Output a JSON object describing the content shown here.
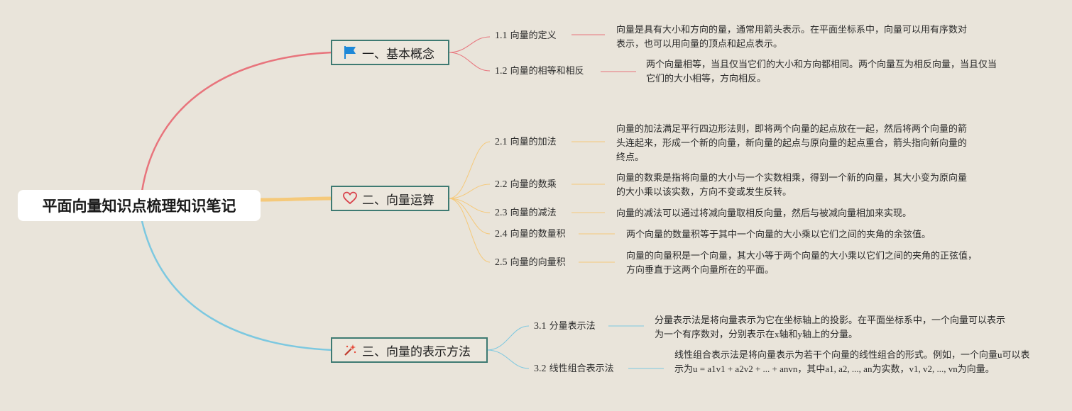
{
  "root": {
    "title": "平面向量知识点梳理知识笔记"
  },
  "branches": [
    {
      "label": "一、基本概念",
      "icon": "flag-icon",
      "color": "#e8747c",
      "children": [
        {
          "num": "1.1",
          "title": "向量的定义",
          "desc": "向量是具有大小和方向的量，通常用箭头表示。在平面坐标系中，向量可以用有序数对表示，也可以用向量的顶点和起点表示。"
        },
        {
          "num": "1.2",
          "title": "向量的相等和相反",
          "desc": "两个向量相等，当且仅当它们的大小和方向都相同。两个向量互为相反向量，当且仅当它们的大小相等，方向相反。"
        }
      ]
    },
    {
      "label": "二、向量运算",
      "icon": "heart-icon",
      "color": "#f5c97a",
      "children": [
        {
          "num": "2.1",
          "title": "向量的加法",
          "desc": "向量的加法满足平行四边形法则，即将两个向量的起点放在一起，然后将两个向量的箭头连起来，形成一个新的向量，新向量的起点与原向量的起点重合，箭头指向新向量的终点。"
        },
        {
          "num": "2.2",
          "title": "向量的数乘",
          "desc": "向量的数乘是指将向量的大小与一个实数相乘，得到一个新的向量，其大小变为原向量的大小乘以该实数，方向不变或发生反转。"
        },
        {
          "num": "2.3",
          "title": "向量的减法",
          "desc": "向量的减法可以通过将减向量取相反向量，然后与被减向量相加来实现。"
        },
        {
          "num": "2.4",
          "title": "向量的数量积",
          "desc": "两个向量的数量积等于其中一个向量的大小乘以它们之间的夹角的余弦值。"
        },
        {
          "num": "2.5",
          "title": "向量的向量积",
          "desc": "向量的向量积是一个向量，其大小等于两个向量的大小乘以它们之间的夹角的正弦值，方向垂直于这两个向量所在的平面。"
        }
      ]
    },
    {
      "label": "三、向量的表示方法",
      "icon": "magic-wand-icon",
      "color": "#7cc8e0",
      "children": [
        {
          "num": "3.1",
          "title": "分量表示法",
          "desc": "分量表示法是将向量表示为它在坐标轴上的投影。在平面坐标系中，一个向量可以表示为一个有序数对，分别表示在x轴和y轴上的分量。"
        },
        {
          "num": "3.2",
          "title": "线性组合表示法",
          "desc": "线性组合表示法是将向量表示为若干个向量的线性组合的形式。例如，一个向量u可以表示为u = a1v1 + a2v2 + ... + anvn，其中a1, a2, ..., an为实数，v1, v2, ..., vn为向量。"
        }
      ]
    }
  ]
}
